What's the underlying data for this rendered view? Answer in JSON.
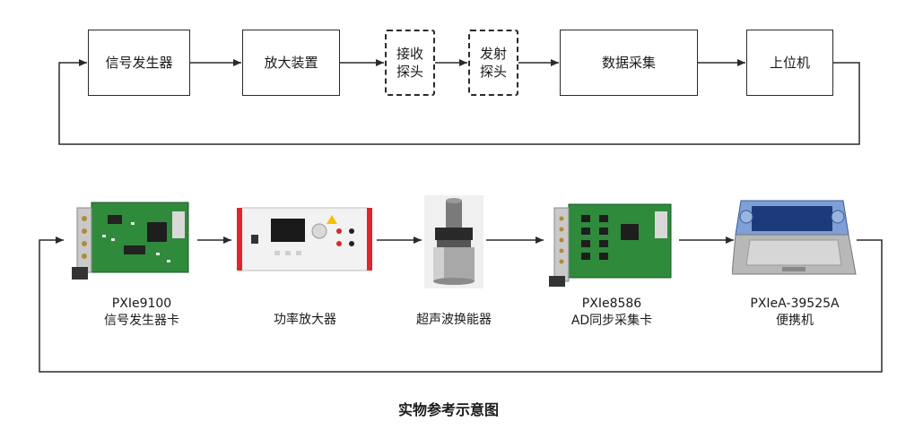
{
  "top_row": {
    "boxes": [
      {
        "label": "信号发生器",
        "style": "solid"
      },
      {
        "label": "放大装置",
        "style": "solid"
      },
      {
        "label": "接收\n探头",
        "style": "dashed"
      },
      {
        "label": "发射\n探头",
        "style": "dashed"
      },
      {
        "label": "数据采集",
        "style": "solid"
      },
      {
        "label": "上位机",
        "style": "solid"
      }
    ]
  },
  "bottom_row": {
    "devices": [
      {
        "icon": "signal-generator-card-image",
        "line1": "PXIe9100",
        "line2": "信号发生器卡"
      },
      {
        "icon": "power-amplifier-image",
        "line1": "功率放大器",
        "line2": ""
      },
      {
        "icon": "ultrasonic-transducer-image",
        "line1": "超声波换能器",
        "line2": ""
      },
      {
        "icon": "data-acquisition-card-image",
        "line1": "PXIe8586",
        "line2": "AD同步采集卡"
      },
      {
        "icon": "portable-computer-image",
        "line1": "PXIeA-39525A",
        "line2": "便携机"
      }
    ]
  },
  "footer": {
    "title": "实物参考示意图"
  },
  "colors": {
    "line": "#2a2a2a",
    "pcb": "#2f8a3c",
    "amp_accent": "#e0262a"
  }
}
